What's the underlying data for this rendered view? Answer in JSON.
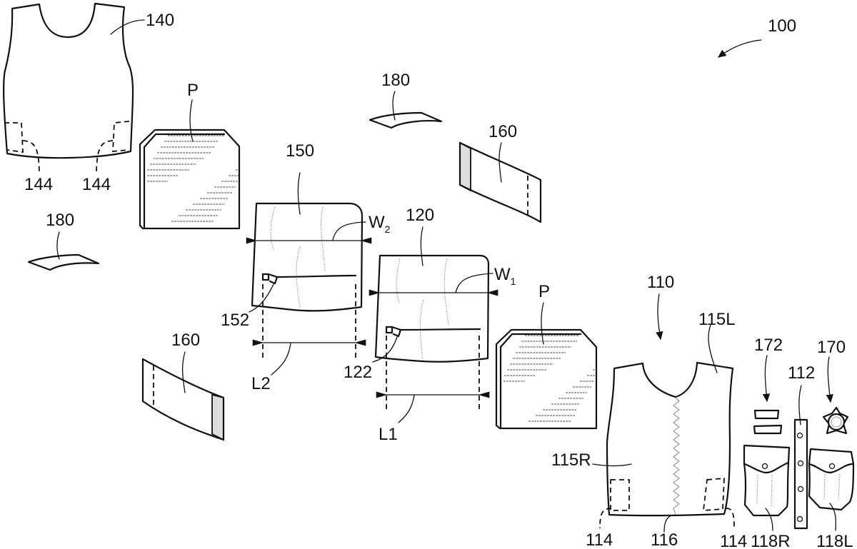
{
  "figure": {
    "type": "patent-exploded-view",
    "labels": {
      "assembly": "100",
      "outer_carrier": "140",
      "outer_carrier_pockets": "144",
      "plate_left": "P",
      "plate_right": "P",
      "insert_pocket_2": "150",
      "insert_pocket_1": "120",
      "zipper_2": "152",
      "zipper_1": "122",
      "width_2": "W",
      "width_2_sub": "2",
      "width_1": "W",
      "width_1_sub": "1",
      "length_2": "L2",
      "length_1": "L1",
      "shoulder_pad_top": "180",
      "shoulder_pad_left": "180",
      "strap_top": "160",
      "strap_bottom": "160",
      "base_vest": "110",
      "left_panel": "115L",
      "right_panel": "115R",
      "closure": "116",
      "vest_pockets_left": "114",
      "vest_pockets_right": "114",
      "strip": "112",
      "patches": "172",
      "badge": "170",
      "pouch_right": "118R",
      "pouch_left": "118L"
    }
  }
}
